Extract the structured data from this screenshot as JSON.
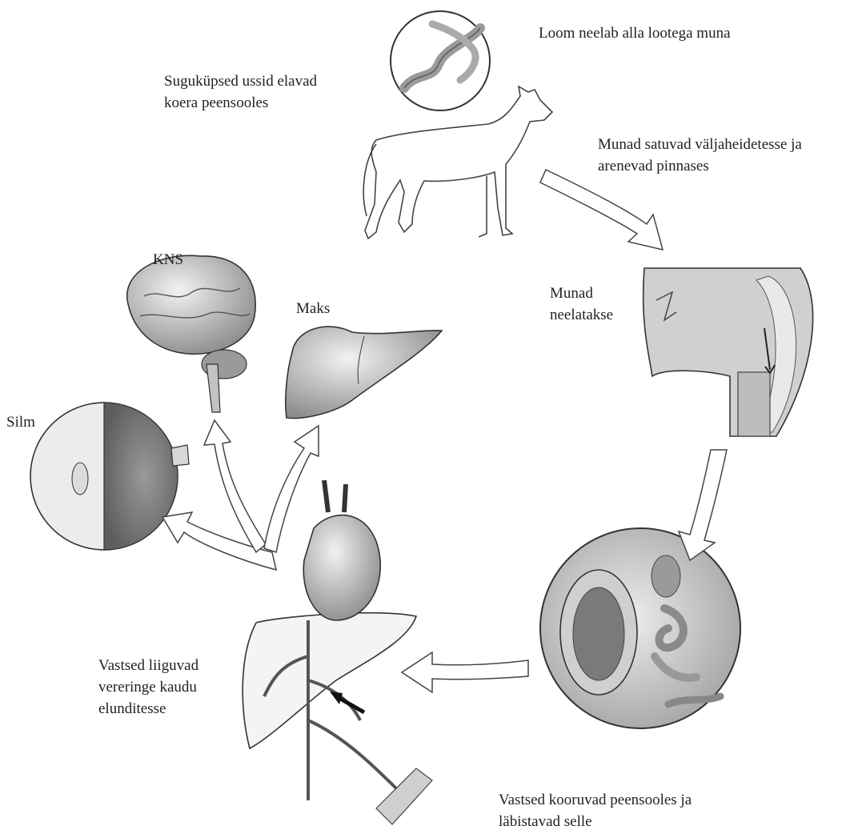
{
  "labels": {
    "egg_swallowed": "Loom neelab alla lootega muna",
    "adult_worms": [
      "Suguküpsed ussid elavad",
      "koera peensooles"
    ],
    "eggs_in_feces": [
      "Munad satuvad väljaheidetesse ja",
      "arenevad pinnases"
    ],
    "eggs_ingested": [
      "Munad",
      "neelatakse"
    ],
    "larvae_hatch": [
      "Vastsed kooruvad peensooles ja",
      "läbistavad selle"
    ],
    "larvae_migrate": [
      "Vastsed liiguvad",
      "vereringe kaudu",
      "elunditesse"
    ],
    "cns": "KNS",
    "liver": "Maks",
    "eye": "Silm"
  },
  "colors": {
    "line": "#333333",
    "fill_light": "#e6e6e6",
    "fill_mid": "#b8b8b8",
    "fill_dark": "#7a7a7a"
  }
}
